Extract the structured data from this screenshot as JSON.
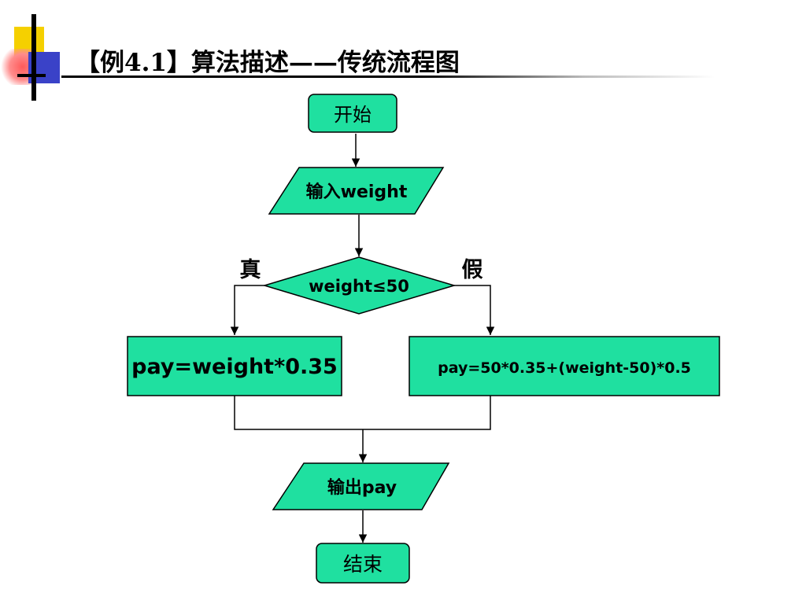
{
  "title": "【例4.1】算法描述——传统流程图",
  "colors": {
    "node_fill": "#1fe0a0",
    "stroke": "#000000",
    "decor_yellow": "#f5d000",
    "decor_blue": "#3a42c8",
    "decor_red": "#ff5a5a"
  },
  "flowchart": {
    "start": "开始",
    "input": "输入weight",
    "decision": "weight≤50",
    "true_label": "真",
    "false_label": "假",
    "process_true": "pay=weight*0.35",
    "process_false": "pay=50*0.35+(weight-50)*0.5",
    "output": "输出pay",
    "end": "结束"
  }
}
